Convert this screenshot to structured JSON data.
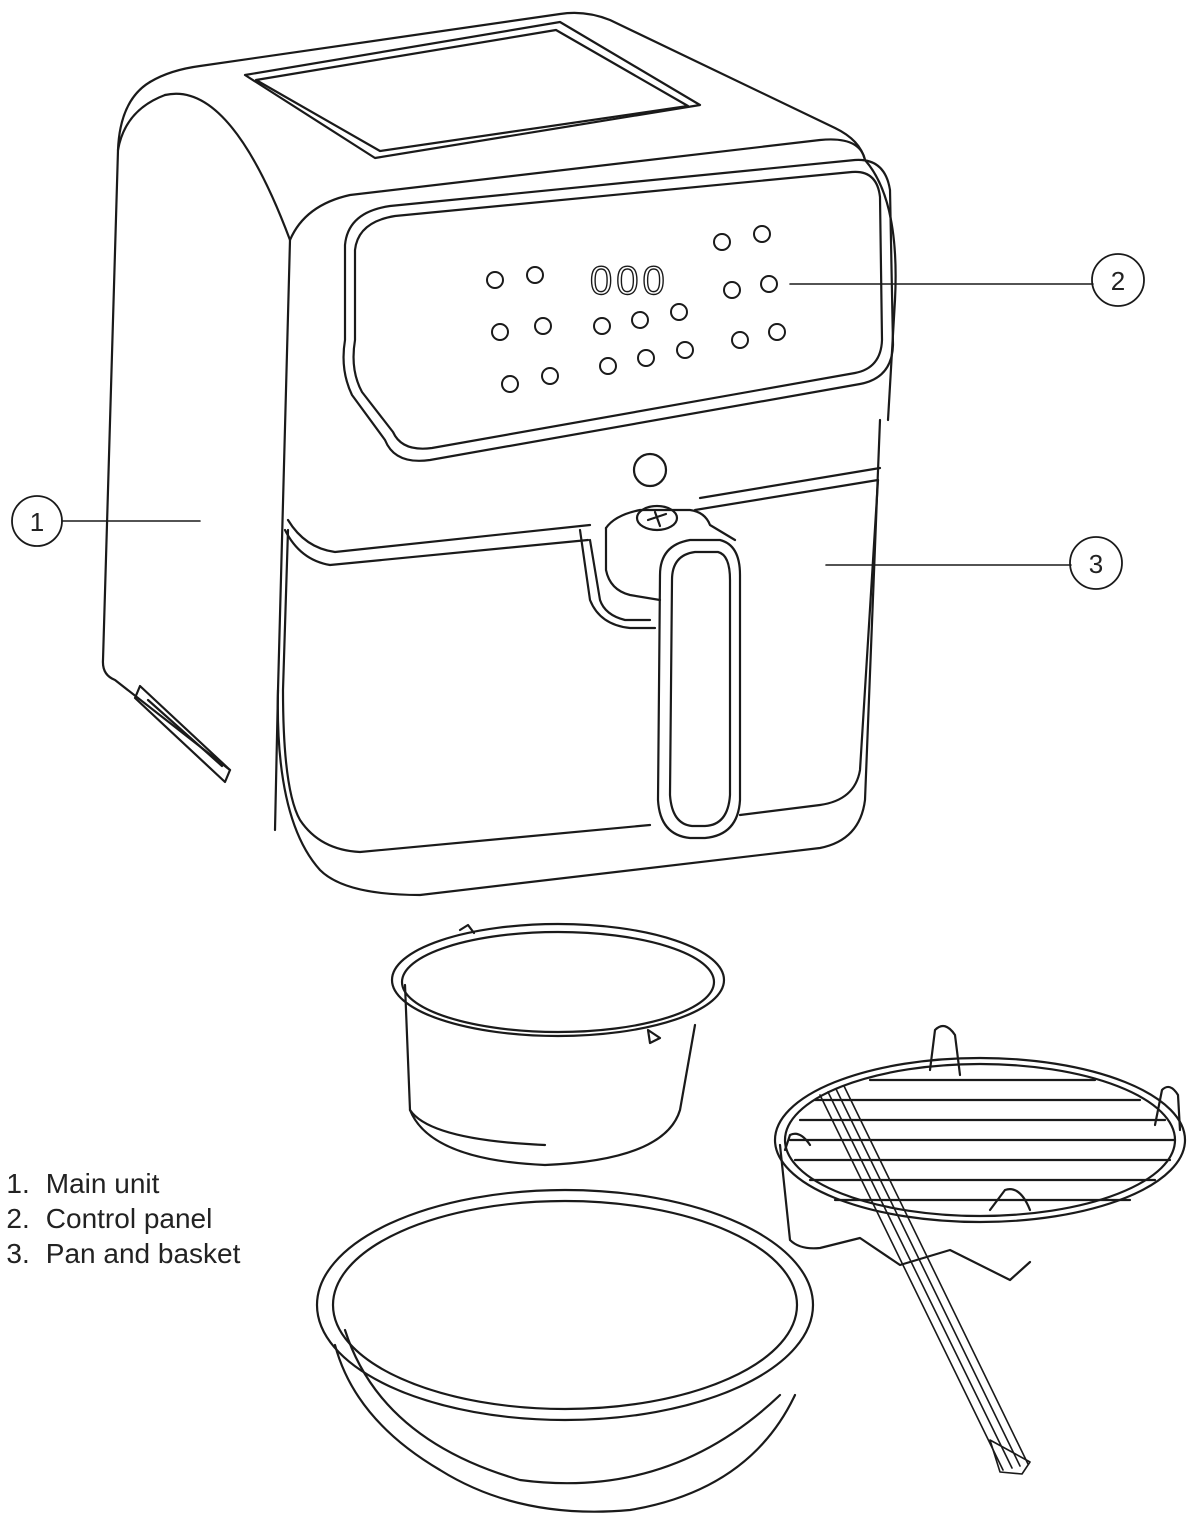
{
  "callouts": [
    {
      "number": "1",
      "target": "main-unit"
    },
    {
      "number": "2",
      "target": "control-panel"
    },
    {
      "number": "3",
      "target": "pan-and-basket"
    }
  ],
  "display_digits": "000",
  "legend": [
    {
      "number": "1",
      "sep": ".",
      "label": "Main unit"
    },
    {
      "number": "2",
      "sep": ".",
      "label": "Control panel"
    },
    {
      "number": "3",
      "sep": ".",
      "label": "Pan and basket"
    }
  ],
  "line_color": "#1a1a1a"
}
